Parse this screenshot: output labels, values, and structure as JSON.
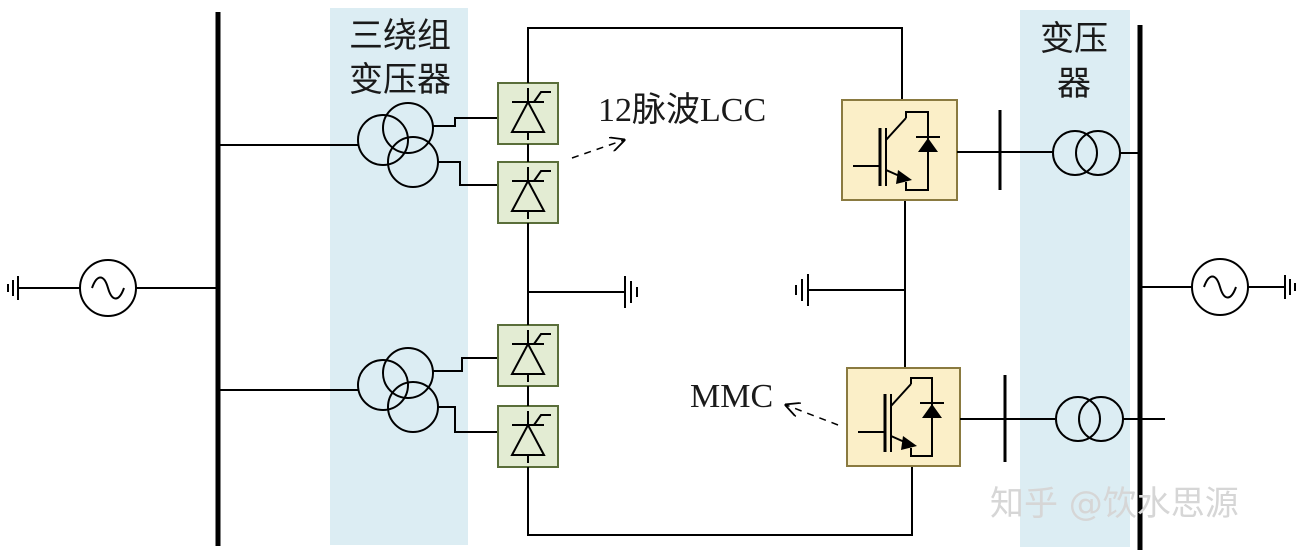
{
  "labels": {
    "three_winding_transformer_line1": "三绕组",
    "three_winding_transformer_line2": "变压器",
    "transformer_right_line1": "变压",
    "transformer_right_line2": "器",
    "lcc": "12脉波LCC",
    "mmc": "MMC"
  },
  "watermark": "知乎 @饮水思源",
  "colors": {
    "transformer_zone": "#dcedf3",
    "lcc_valve_fill": "#e3ecd3",
    "lcc_valve_stroke": "#5a6e3a",
    "mmc_fill": "#fbefc8",
    "mmc_stroke": "#8a7a40",
    "line": "#000000"
  },
  "icons": [
    "ac-source-icon",
    "ground-icon",
    "transformer-icon",
    "thyristor-valve-icon",
    "igbt-diode-icon"
  ]
}
